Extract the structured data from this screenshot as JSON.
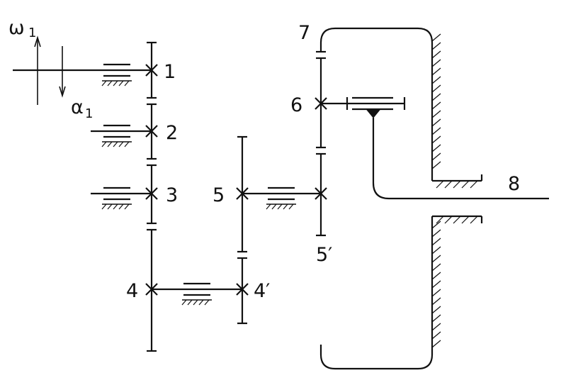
{
  "labels": {
    "omega": "ω",
    "omega_sub": "1",
    "alpha": "α",
    "alpha_sub": "1",
    "g1": "1",
    "g2": "2",
    "g3": "3",
    "g4": "4",
    "g4p": "4′",
    "g5": "5",
    "g5p": "5′",
    "g6": "6",
    "g7": "7",
    "g8": "8"
  }
}
